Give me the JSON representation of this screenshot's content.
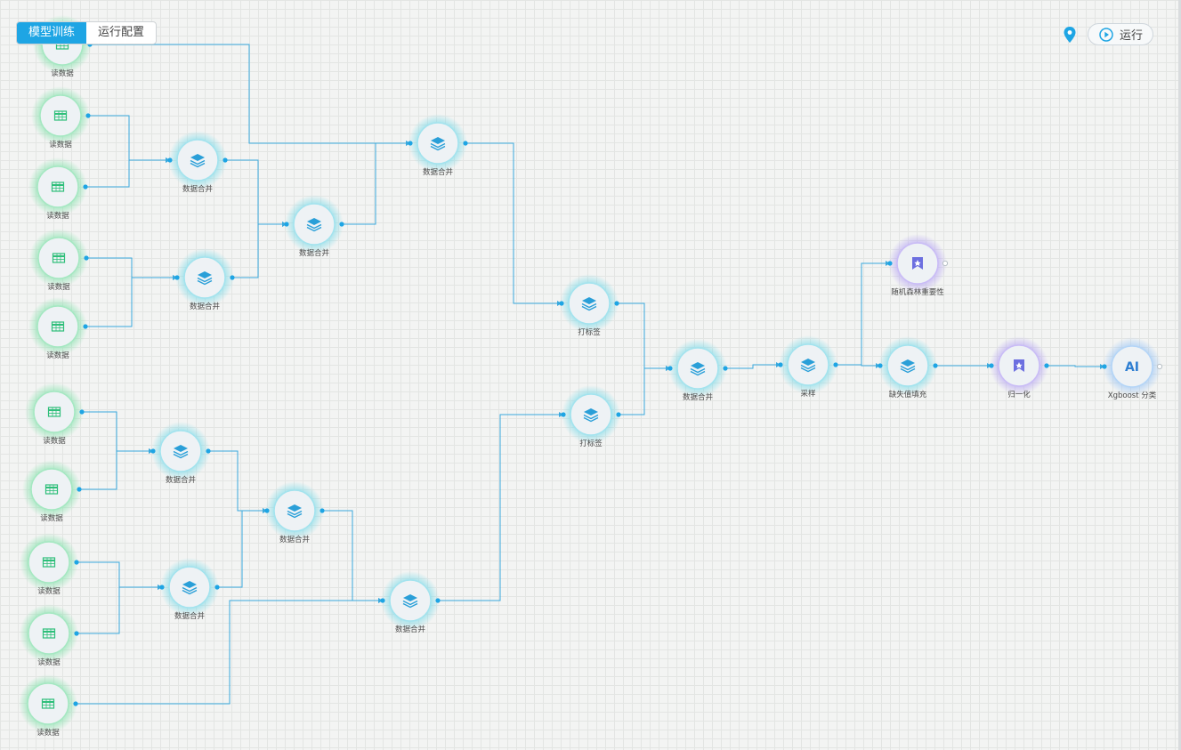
{
  "tabs": {
    "model_training": "模型训练",
    "run_config": "运行配置"
  },
  "toolbar": {
    "run_label": "运行",
    "locate_icon": "map-pin-icon",
    "run_icon": "play-circle-icon"
  },
  "colors": {
    "accent": "#1ea5e4",
    "edge": "#3aa9dd",
    "read_glow": "#86e2ad",
    "merge_glow": "#7fdbe8",
    "purple_glow": "#b7a6f3",
    "ai_glow": "#9cc6f5",
    "table_icon": "#2fbf7a",
    "layers_icon": "#2a9fd8",
    "bookmark_icon": "#6c6fe0"
  },
  "nodes": {
    "r1": {
      "label": "读数据",
      "kind": "read"
    },
    "r2": {
      "label": "读数据",
      "kind": "read"
    },
    "r3": {
      "label": "读数据",
      "kind": "read"
    },
    "r4": {
      "label": "读数据",
      "kind": "read"
    },
    "r5": {
      "label": "读数据",
      "kind": "read"
    },
    "r6": {
      "label": "读数据",
      "kind": "read"
    },
    "r7": {
      "label": "读数据",
      "kind": "read"
    },
    "r8": {
      "label": "读数据",
      "kind": "read"
    },
    "r9": {
      "label": "读数据",
      "kind": "read"
    },
    "r10": {
      "label": "读数据",
      "kind": "read"
    },
    "m1": {
      "label": "数据合并",
      "kind": "merge"
    },
    "m2": {
      "label": "数据合并",
      "kind": "merge"
    },
    "m3": {
      "label": "数据合并",
      "kind": "merge"
    },
    "m4": {
      "label": "数据合并",
      "kind": "merge"
    },
    "m5": {
      "label": "数据合并",
      "kind": "merge"
    },
    "m6": {
      "label": "数据合并",
      "kind": "merge"
    },
    "m7": {
      "label": "数据合并",
      "kind": "merge"
    },
    "m8": {
      "label": "数据合并",
      "kind": "merge"
    },
    "m9": {
      "label": "数据合并",
      "kind": "merge"
    },
    "t1": {
      "label": "打标签",
      "kind": "merge"
    },
    "t2": {
      "label": "打标签",
      "kind": "merge"
    },
    "s1": {
      "label": "采样",
      "kind": "merge"
    },
    "f1": {
      "label": "缺失值填充",
      "kind": "merge"
    },
    "rf": {
      "label": "随机森林重要性",
      "kind": "purple"
    },
    "n1": {
      "label": "归一化",
      "kind": "purple"
    },
    "xg": {
      "label": "Xgboost 分类",
      "kind": "ai",
      "icon_text": "AI"
    }
  }
}
